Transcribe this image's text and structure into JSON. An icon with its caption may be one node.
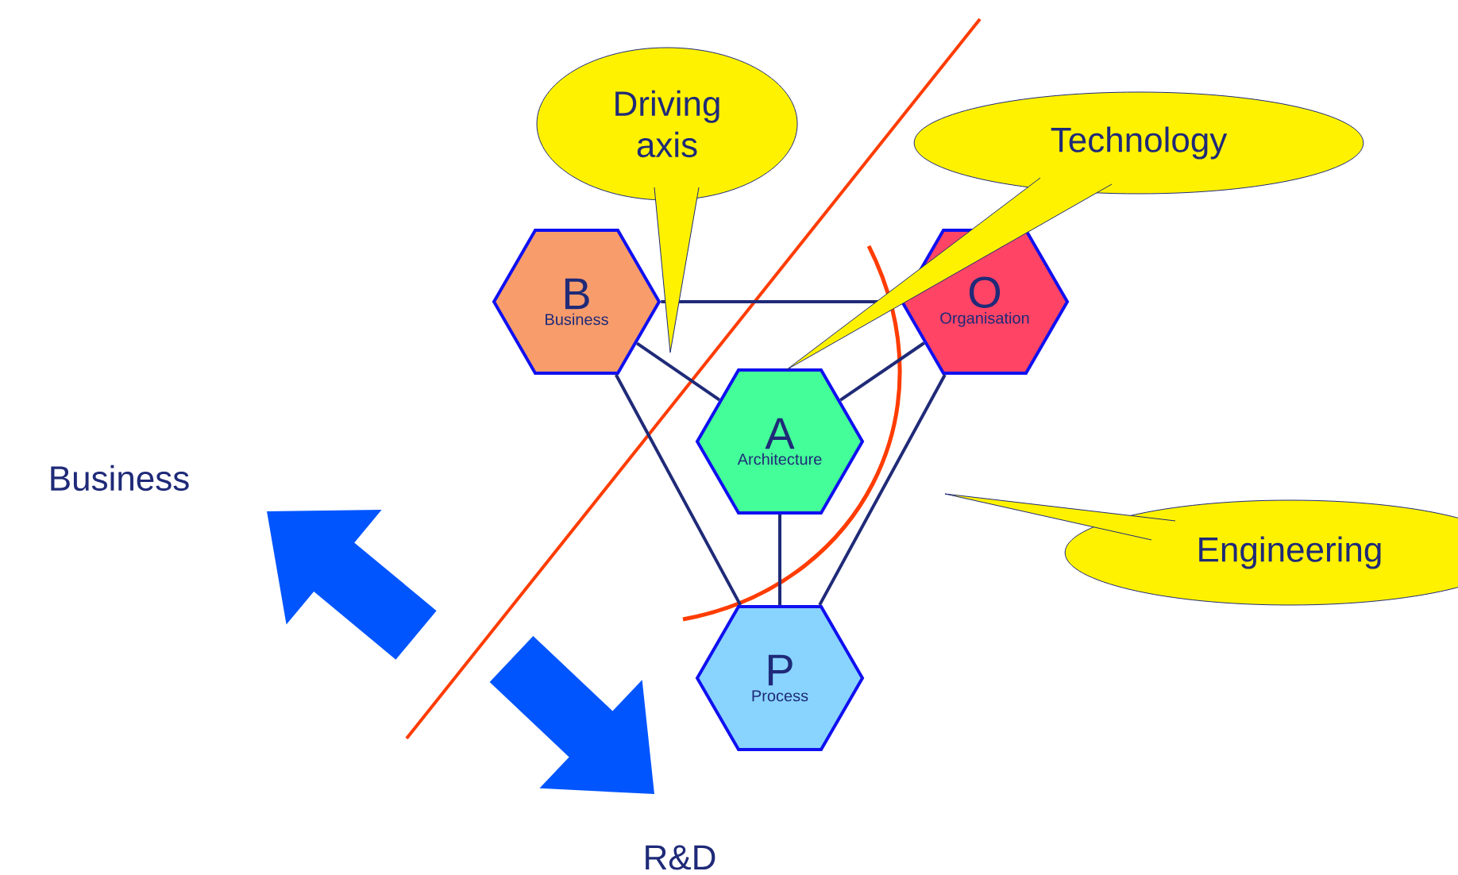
{
  "diagram": {
    "nodes": [
      {
        "text": [
          "Driving axis"
        ]
      },
      {
        "text": [
          "Technology"
        ]
      },
      {
        "text": [
          "B",
          "Business"
        ]
      },
      {
        "text": [
          "O",
          "Organisation"
        ]
      },
      {
        "text": [
          "A",
          "Architecture"
        ]
      },
      {
        "text": [
          "Engineering"
        ]
      },
      {
        "text": [
          "P",
          "Process"
        ]
      }
    ],
    "edges": [
      {
        "from": 2,
        "to": 3,
        "arrow": "none"
      },
      {
        "from": 2,
        "to": 4,
        "arrow": "none"
      },
      {
        "from": 4,
        "to": 3,
        "arrow": "none"
      },
      {
        "from": 2,
        "to": 6,
        "arrow": "none"
      },
      {
        "from": 3,
        "to": 6,
        "arrow": "none"
      },
      {
        "from": 4,
        "to": 6,
        "arrow": "none"
      }
    ],
    "labels": [
      "Business",
      "R&D"
    ]
  }
}
